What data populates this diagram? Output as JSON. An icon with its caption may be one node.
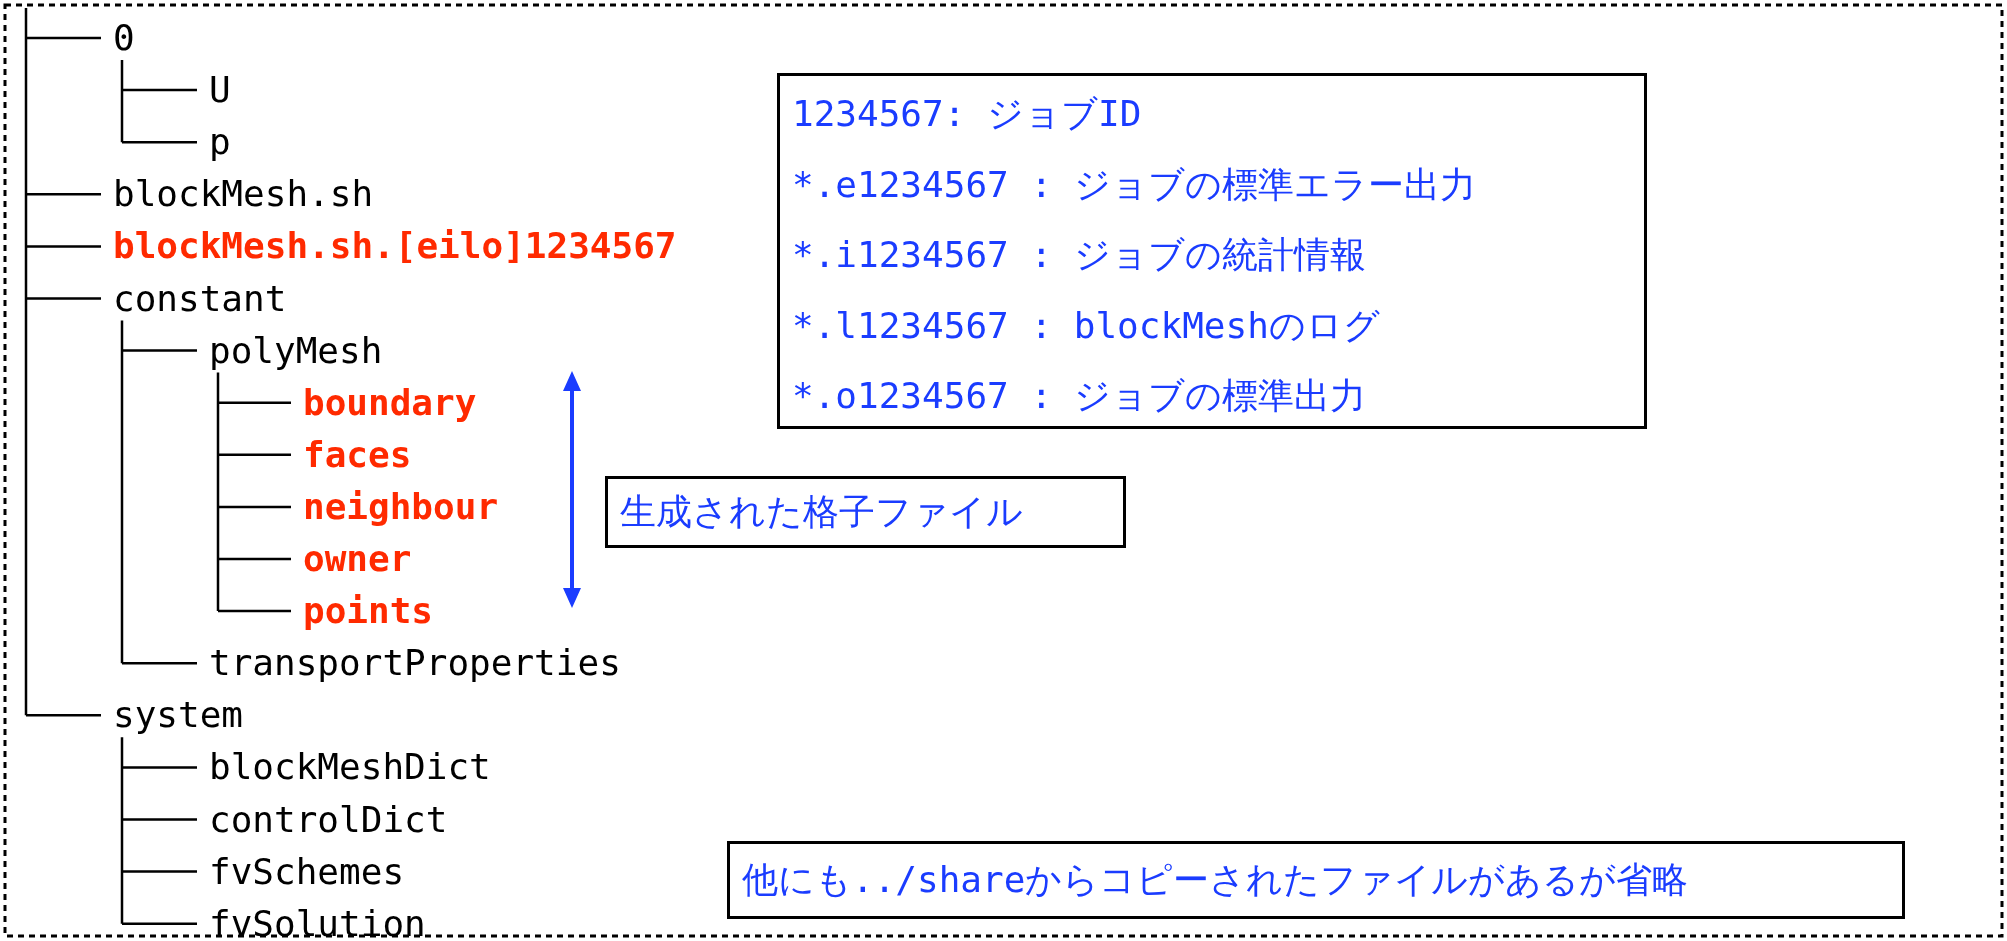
{
  "diagram": {
    "nodes": [
      {
        "text": [
          "1234567: ジョブID",
          "*.e1234567 : ジョブの標準エラー出力",
          "*.i1234567 : ジョブの統計情報",
          "*.l1234567 : blockMeshのログ",
          "*.o1234567 : ジョブの標準出力"
        ]
      },
      {
        "text": [
          "生成された格子ファイル"
        ]
      },
      {
        "text": [
          "他にも../shareからコピーされたファイルがあるが省略"
        ]
      }
    ],
    "labels": [
      "0",
      "U",
      "p",
      "blockMesh.sh",
      "blockMesh.sh.[eilo]1234567",
      "constant",
      "polyMesh",
      "boundary",
      "faces",
      "neighbour",
      "owner",
      "points",
      "transportProperties",
      "system",
      "blockMeshDict",
      "controlDict",
      "fvSchemes",
      "fvSolution"
    ]
  }
}
